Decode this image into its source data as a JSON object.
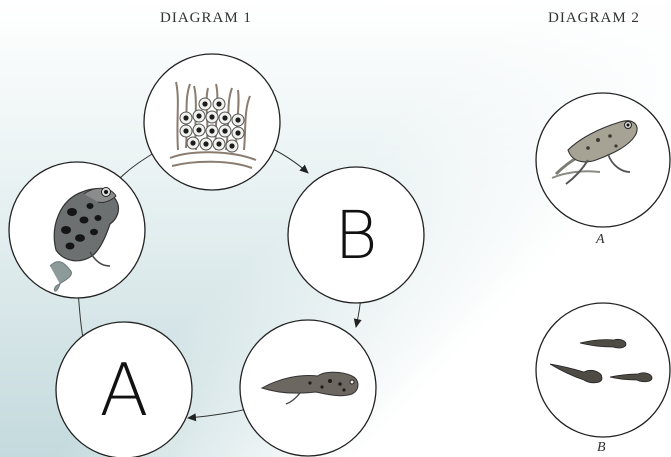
{
  "diagram1": {
    "title": "DIAGRAM 1",
    "stages": [
      {
        "id": "eggs",
        "label": "",
        "icon": "frog-eggs-icon"
      },
      {
        "id": "b",
        "label": "B",
        "icon": ""
      },
      {
        "id": "tadpole",
        "label": "",
        "icon": "tadpole-icon"
      },
      {
        "id": "a",
        "label": "A",
        "icon": ""
      },
      {
        "id": "frog",
        "label": "",
        "icon": "adult-frog-icon"
      }
    ],
    "cycle": [
      "eggs",
      "b",
      "tadpole",
      "a",
      "frog",
      "eggs"
    ]
  },
  "diagram2": {
    "title": "DIAGRAM 2",
    "options": [
      {
        "caption": "A",
        "icon": "froglet-with-tail-icon"
      },
      {
        "caption": "B",
        "icon": "hatchling-tadpoles-icon"
      }
    ]
  }
}
